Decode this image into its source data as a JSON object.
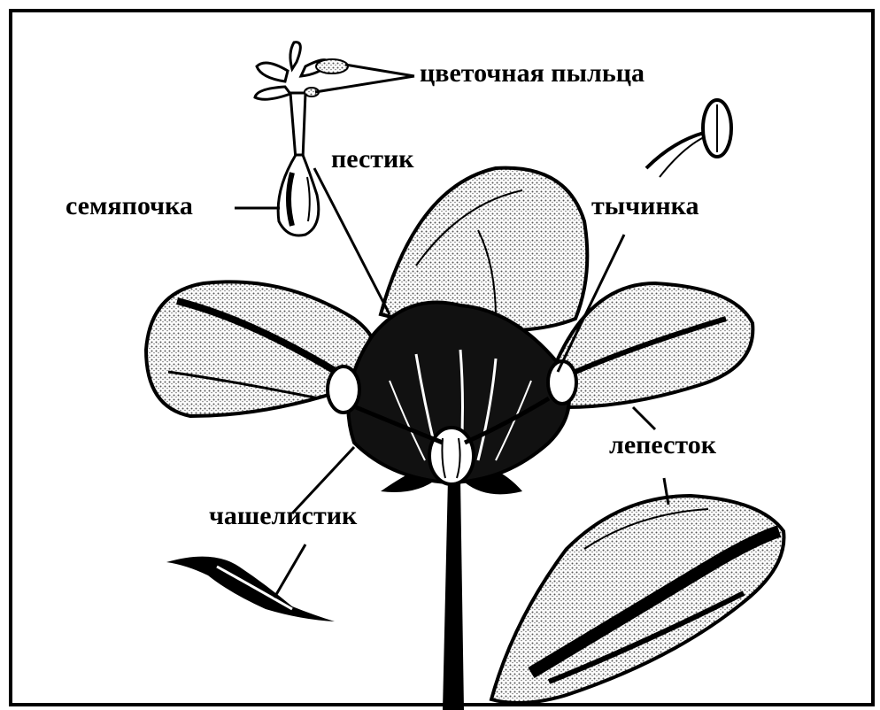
{
  "labels": {
    "pollen": "цветочная пыльца",
    "pistil": "пестик",
    "ovule": "семяпочка",
    "stamen": "тычинка",
    "petal": "лепесток",
    "sepal": "чашелистик"
  },
  "colors": {
    "ink": "#000000",
    "paper": "#ffffff",
    "shade": "#8c8c8c"
  }
}
